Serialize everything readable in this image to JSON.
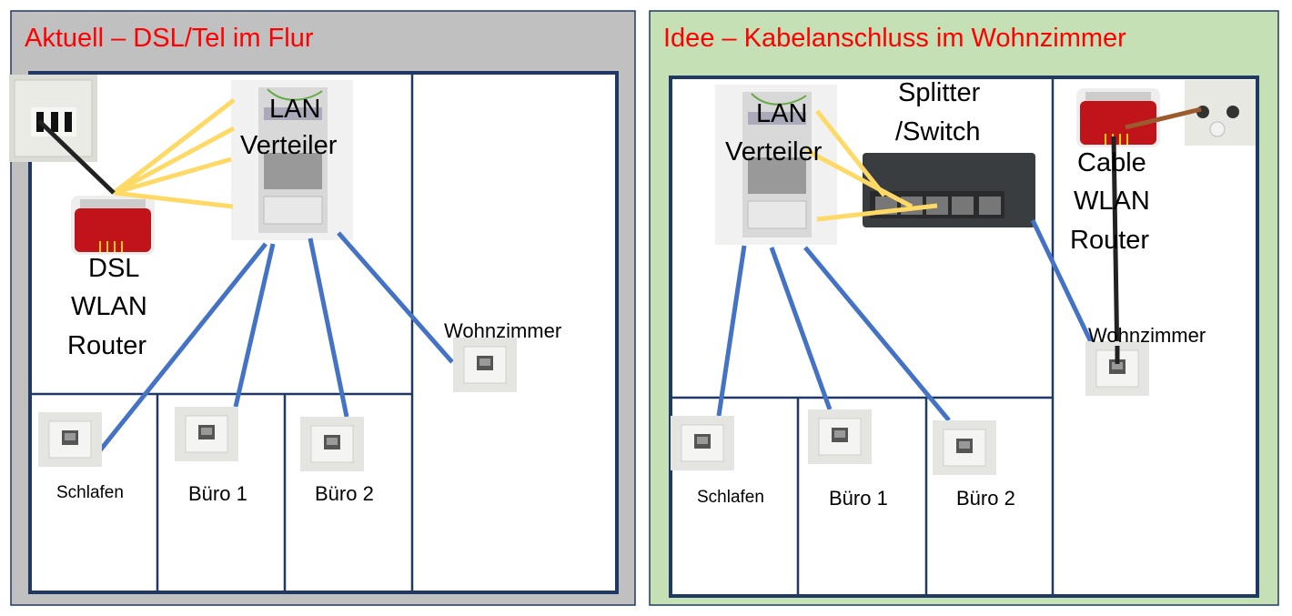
{
  "left_panel": {
    "title": "Aktuell – DSL/Tel im Flur",
    "background": "#c0c0c0",
    "lan_label": [
      "LAN",
      "Verteiler"
    ],
    "router_label": [
      "DSL",
      "WLAN",
      "Router"
    ],
    "rooms": {
      "schlafen": "Schlafen",
      "buero1": "Büro 1",
      "buero2": "Büro 2",
      "wohnzimmer": "Wohnzimmer"
    }
  },
  "right_panel": {
    "title": "Idee – Kabelanschluss im Wohnzimmer",
    "background": "#c5e0b4",
    "lan_label": [
      "LAN",
      "Verteiler"
    ],
    "switch_label": [
      "Splitter",
      "/Switch"
    ],
    "router_label": [
      "Cable",
      "WLAN",
      "Router"
    ],
    "rooms": {
      "schlafen": "Schlafen",
      "buero1": "Büro 1",
      "buero2": "Büro 2",
      "wohnzimmer": "Wohnzimmer"
    }
  },
  "colors": {
    "wall": "#1f3864",
    "lan_cable": "#4472c4",
    "patch_cable": "#ffd966",
    "phone_cable": "#222222",
    "coax_cable": "#9c5b2e",
    "title": "#ff0000"
  }
}
